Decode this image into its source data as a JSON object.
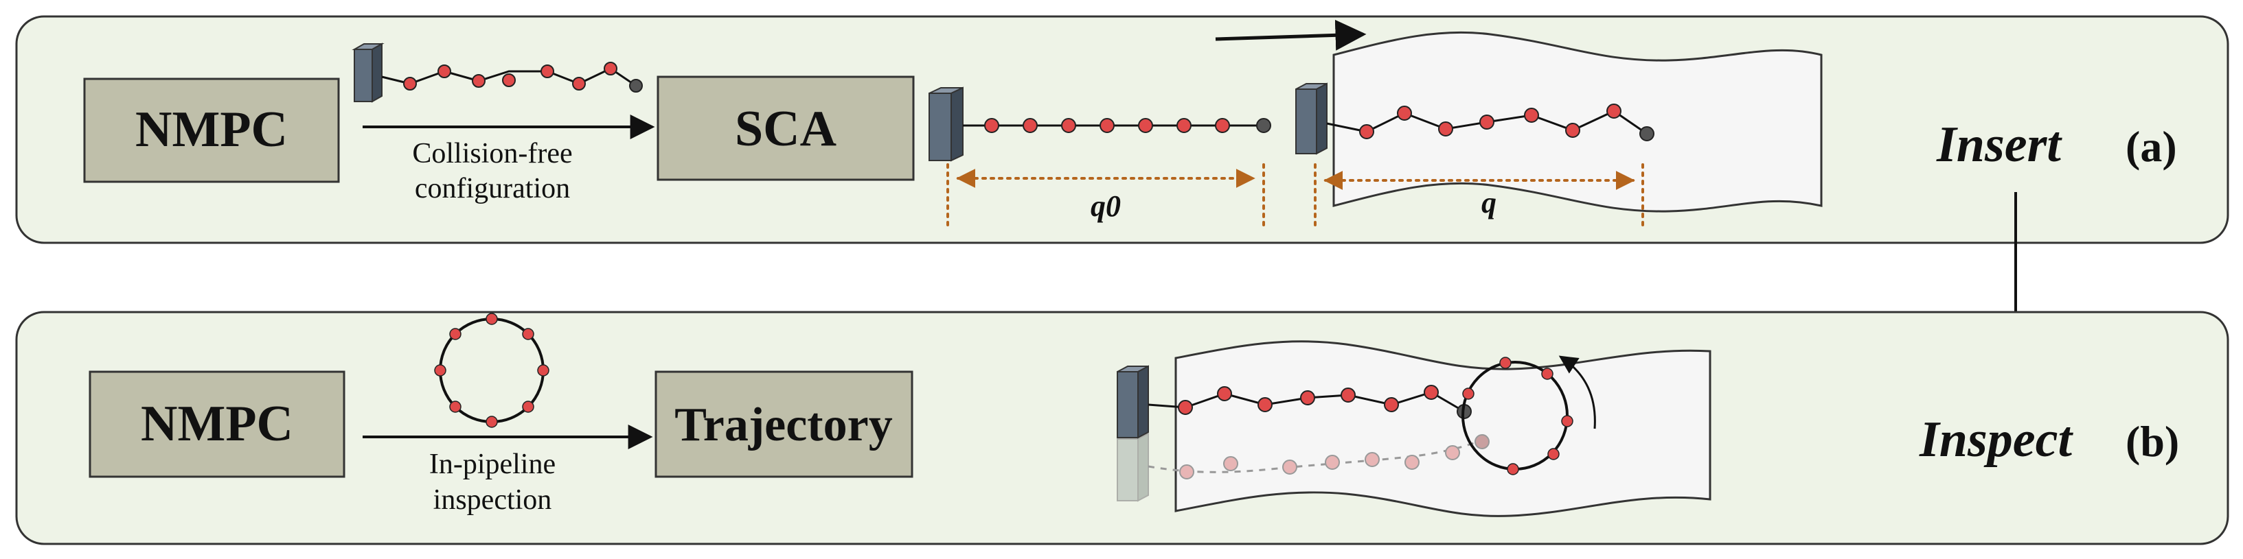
{
  "panel_a": {
    "box_left": "NMPC",
    "box_right": "SCA",
    "edge_label_line1": "Collision-free",
    "edge_label_line2": "configuration",
    "q0_label": "q0",
    "q_label": "q",
    "phase": "Insert",
    "tag": "(a)"
  },
  "panel_b": {
    "box_left": "NMPC",
    "box_right": "Trajectory",
    "edge_label_line1": "In-pipeline",
    "edge_label_line2": "inspection",
    "phase": "Inspect",
    "tag": "(b)"
  },
  "colors": {
    "panel_fill": "#eef3e7",
    "box_fill": "#bfbfaa",
    "joint": "#e04a4a",
    "tip": "#555555",
    "base": "#5f6e7e",
    "measure": "#b5651d"
  }
}
